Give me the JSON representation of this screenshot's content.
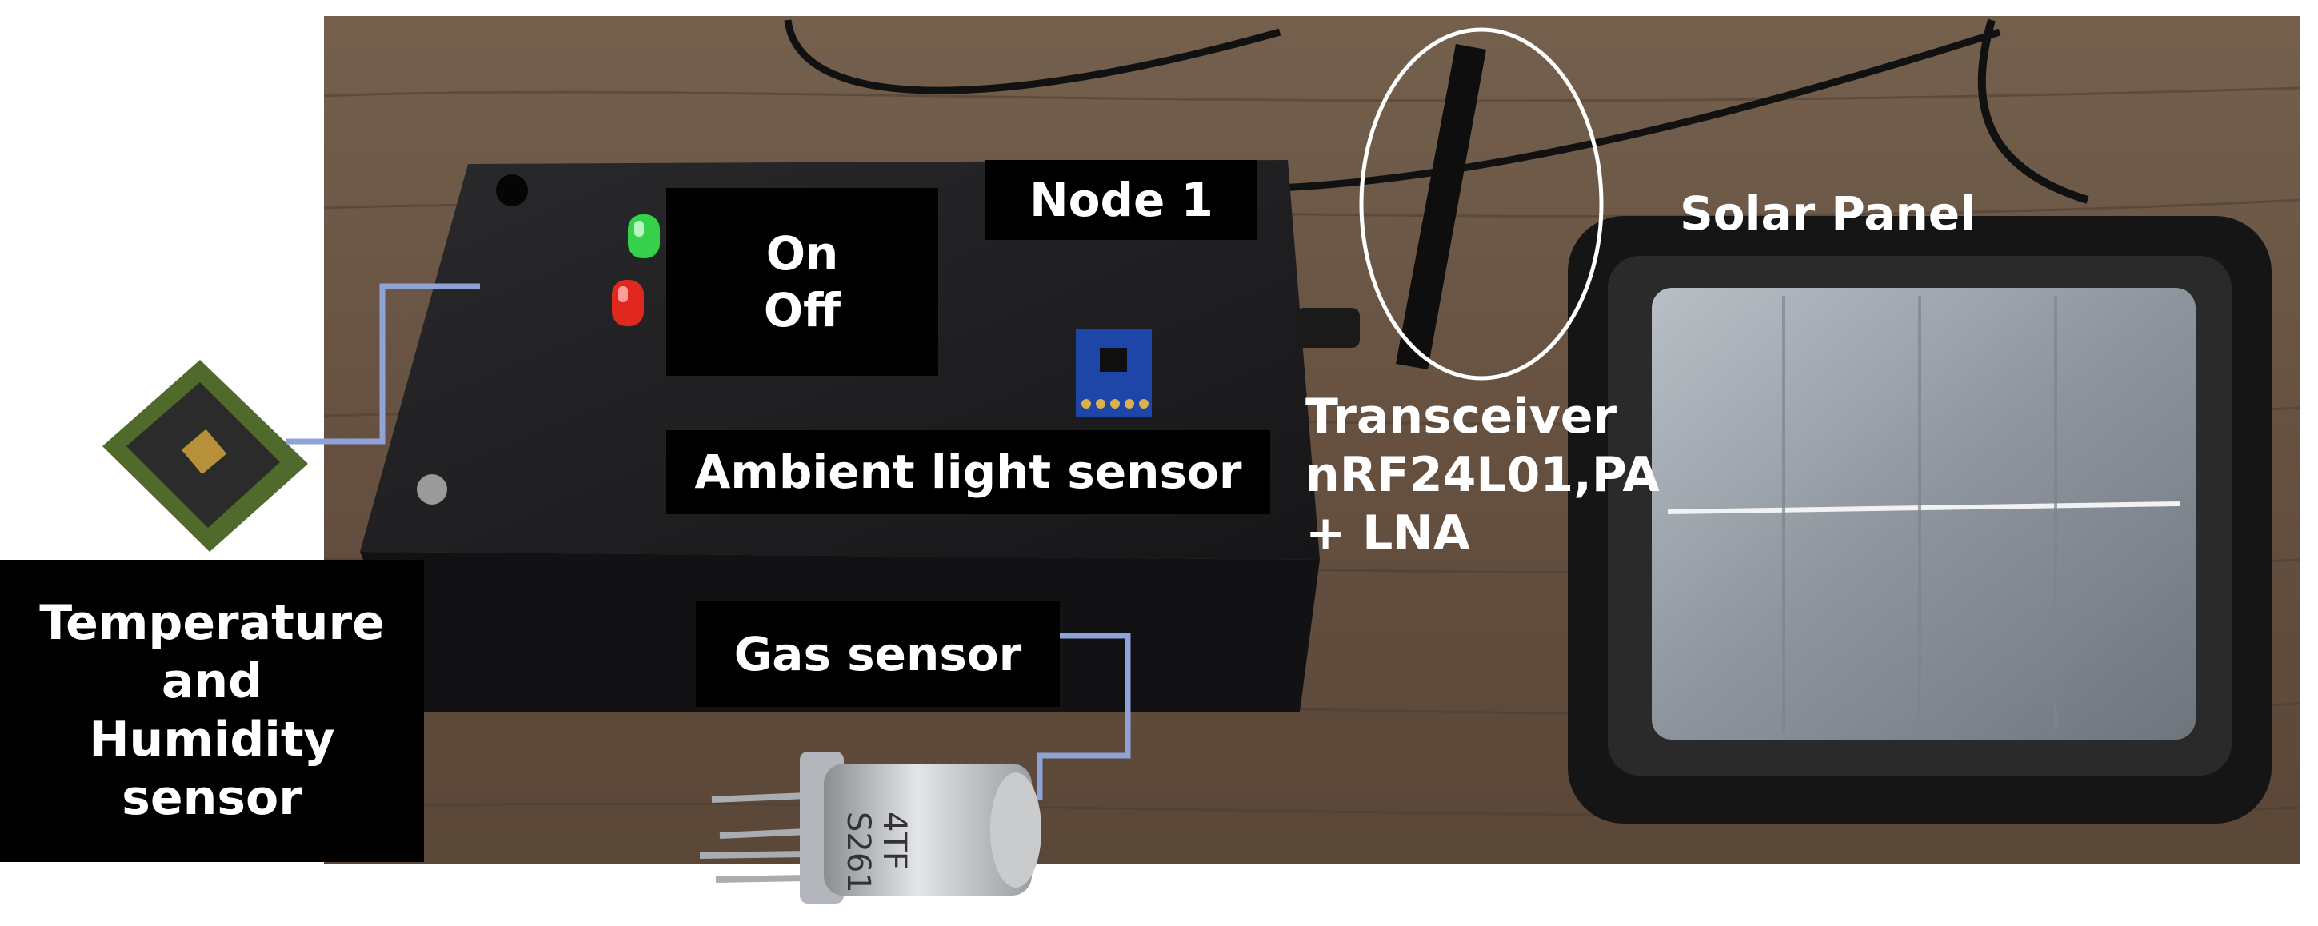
{
  "labels": {
    "node": "Node 1",
    "on": "On",
    "off": "Off",
    "ambient_light": "Ambient light sensor",
    "gas_sensor": "Gas sensor",
    "temp_line1": "Temperature",
    "temp_line2": "and",
    "temp_line3": "Humidity",
    "temp_line4": "sensor",
    "solar_panel": "Solar Panel",
    "transceiver_line1": "Transceiver",
    "transceiver_line2": "nRF24L01,PA",
    "transceiver_line3": "+ LNA"
  },
  "gas_can_markings": {
    "line1": "S261",
    "line2": "4TF"
  },
  "colors": {
    "label_bg": "#000000",
    "label_text": "#ffffff",
    "connector": "#8fa3d9",
    "wood": "#6b5746",
    "enclosure": "#1c1c1e",
    "led_green": "#35d14a",
    "led_red": "#e0281f",
    "callout_ring": "#ffffff"
  },
  "icons": [
    "antenna-icon",
    "led-green-icon",
    "led-red-icon",
    "sensor-chip-icon",
    "gas-sensor-can-icon",
    "solar-panel-icon",
    "light-sensor-board-icon"
  ]
}
